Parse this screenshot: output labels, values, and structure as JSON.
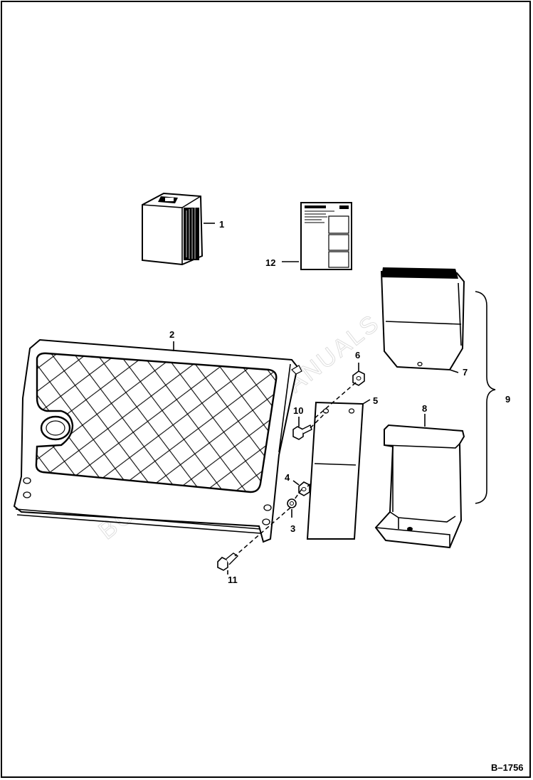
{
  "diagram": {
    "callouts": {
      "c1": "1",
      "c2": "2",
      "c3": "3",
      "c4": "4",
      "c5": "5",
      "c6": "6",
      "c7": "7",
      "c8": "8",
      "c9": "9",
      "c10": "10",
      "c11": "11",
      "c12": "12"
    },
    "figure_code": "B–1756"
  }
}
